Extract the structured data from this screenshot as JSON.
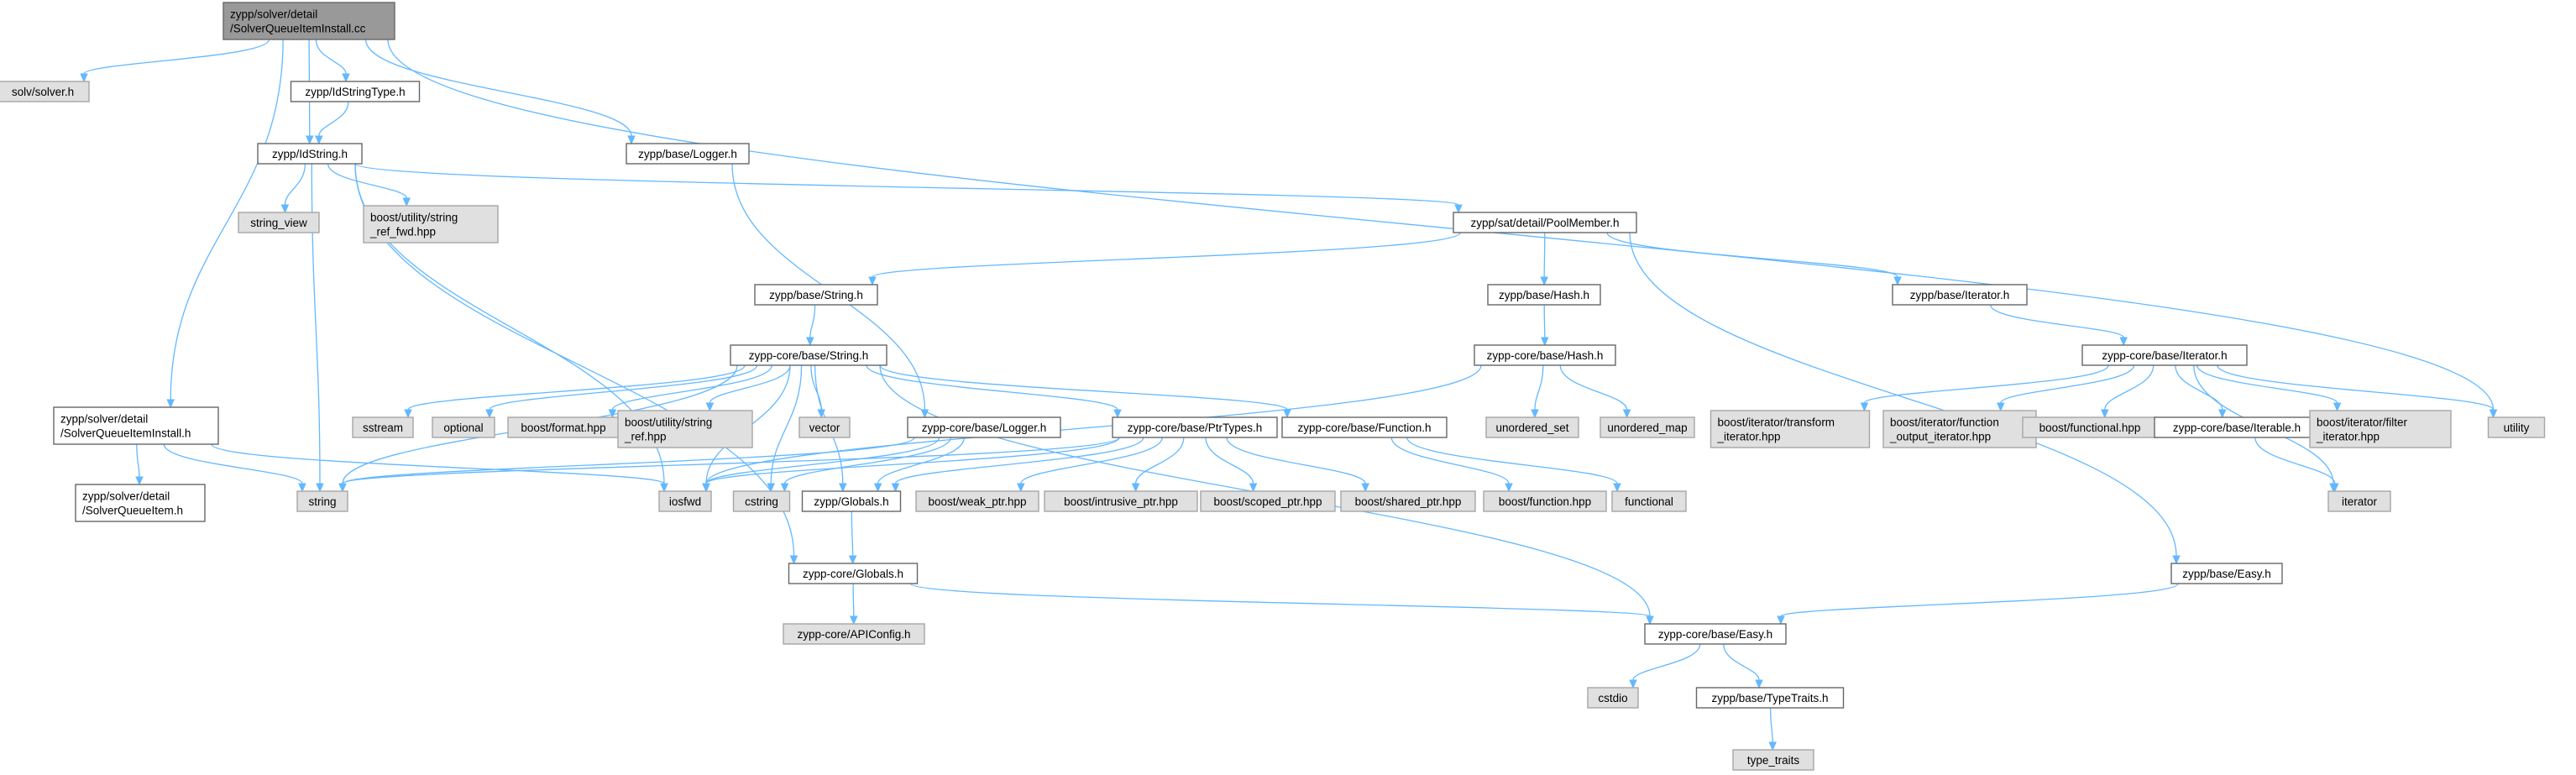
{
  "diagram": {
    "colors": {
      "edge": "#63b8ff",
      "root_fill": "#999999",
      "local_fill": "#ffffff",
      "system_fill": "#e0e0e0"
    },
    "nodes": [
      {
        "id": "root",
        "kind": "root",
        "lines": [
          "zypp/solver/detail",
          "/SolverQueueItemInstall.cc"
        ]
      },
      {
        "id": "solv_solver",
        "kind": "system",
        "lines": [
          "solv/solver.h"
        ]
      },
      {
        "id": "idstringtype",
        "kind": "local",
        "lines": [
          "zypp/IdStringType.h"
        ]
      },
      {
        "id": "idstring",
        "kind": "local",
        "lines": [
          "zypp/IdString.h"
        ]
      },
      {
        "id": "base_logger",
        "kind": "local",
        "lines": [
          "zypp/base/Logger.h"
        ]
      },
      {
        "id": "string_view",
        "kind": "system",
        "lines": [
          "string_view"
        ]
      },
      {
        "id": "string_ref_fwd",
        "kind": "system",
        "lines": [
          "boost/utility/string",
          "_ref_fwd.hpp"
        ]
      },
      {
        "id": "poolmember",
        "kind": "local",
        "lines": [
          "zypp/sat/detail/PoolMember.h"
        ]
      },
      {
        "id": "base_string",
        "kind": "local",
        "lines": [
          "zypp/base/String.h"
        ]
      },
      {
        "id": "base_hash",
        "kind": "local",
        "lines": [
          "zypp/base/Hash.h"
        ]
      },
      {
        "id": "base_iterator",
        "kind": "local",
        "lines": [
          "zypp/base/Iterator.h"
        ]
      },
      {
        "id": "core_string",
        "kind": "local",
        "lines": [
          "zypp-core/base/String.h"
        ]
      },
      {
        "id": "core_hash",
        "kind": "local",
        "lines": [
          "zypp-core/base/Hash.h"
        ]
      },
      {
        "id": "core_iterator",
        "kind": "local",
        "lines": [
          "zypp-core/base/Iterator.h"
        ]
      },
      {
        "id": "sqi_install_h",
        "kind": "local",
        "lines": [
          "zypp/solver/detail",
          "/SolverQueueItemInstall.h"
        ]
      },
      {
        "id": "sstream",
        "kind": "system",
        "lines": [
          "sstream"
        ]
      },
      {
        "id": "optional",
        "kind": "system",
        "lines": [
          "optional"
        ]
      },
      {
        "id": "boost_format",
        "kind": "system",
        "lines": [
          "boost/format.hpp"
        ]
      },
      {
        "id": "string_ref",
        "kind": "system",
        "lines": [
          "boost/utility/string",
          "_ref.hpp"
        ]
      },
      {
        "id": "vector",
        "kind": "system",
        "lines": [
          "vector"
        ]
      },
      {
        "id": "core_logger",
        "kind": "local",
        "lines": [
          "zypp-core/base/Logger.h"
        ]
      },
      {
        "id": "core_ptrtypes",
        "kind": "local",
        "lines": [
          "zypp-core/base/PtrTypes.h"
        ]
      },
      {
        "id": "core_function",
        "kind": "local",
        "lines": [
          "zypp-core/base/Function.h"
        ]
      },
      {
        "id": "unordered_set",
        "kind": "system",
        "lines": [
          "unordered_set"
        ]
      },
      {
        "id": "unordered_map",
        "kind": "system",
        "lines": [
          "unordered_map"
        ]
      },
      {
        "id": "transform_iter",
        "kind": "system",
        "lines": [
          "boost/iterator/transform",
          "_iterator.hpp"
        ]
      },
      {
        "id": "function_output_iter",
        "kind": "system",
        "lines": [
          "boost/iterator/function",
          "_output_iterator.hpp"
        ]
      },
      {
        "id": "boost_functional",
        "kind": "system",
        "lines": [
          "boost/functional.hpp"
        ]
      },
      {
        "id": "core_iterable",
        "kind": "local",
        "lines": [
          "zypp-core/base/Iterable.h"
        ]
      },
      {
        "id": "filter_iter",
        "kind": "system",
        "lines": [
          "boost/iterator/filter",
          "_iterator.hpp"
        ]
      },
      {
        "id": "utility",
        "kind": "system",
        "lines": [
          "utility"
        ]
      },
      {
        "id": "sqi_h",
        "kind": "local",
        "lines": [
          "zypp/solver/detail",
          "/SolverQueueItem.h"
        ]
      },
      {
        "id": "string",
        "kind": "system",
        "lines": [
          "string"
        ]
      },
      {
        "id": "iosfwd",
        "kind": "system",
        "lines": [
          "iosfwd"
        ]
      },
      {
        "id": "cstring",
        "kind": "system",
        "lines": [
          "cstring"
        ]
      },
      {
        "id": "zypp_globals",
        "kind": "local",
        "lines": [
          "zypp/Globals.h"
        ]
      },
      {
        "id": "weak_ptr",
        "kind": "system",
        "lines": [
          "boost/weak_ptr.hpp"
        ]
      },
      {
        "id": "intrusive_ptr",
        "kind": "system",
        "lines": [
          "boost/intrusive_ptr.hpp"
        ]
      },
      {
        "id": "scoped_ptr",
        "kind": "system",
        "lines": [
          "boost/scoped_ptr.hpp"
        ]
      },
      {
        "id": "shared_ptr",
        "kind": "system",
        "lines": [
          "boost/shared_ptr.hpp"
        ]
      },
      {
        "id": "boost_function",
        "kind": "system",
        "lines": [
          "boost/function.hpp"
        ]
      },
      {
        "id": "functional",
        "kind": "system",
        "lines": [
          "functional"
        ]
      },
      {
        "id": "iterator",
        "kind": "system",
        "lines": [
          "iterator"
        ]
      },
      {
        "id": "core_globals",
        "kind": "local",
        "lines": [
          "zypp-core/Globals.h"
        ]
      },
      {
        "id": "base_easy",
        "kind": "local",
        "lines": [
          "zypp/base/Easy.h"
        ]
      },
      {
        "id": "apiconfig",
        "kind": "system",
        "lines": [
          "zypp-core/APIConfig.h"
        ]
      },
      {
        "id": "core_easy",
        "kind": "local",
        "lines": [
          "zypp-core/base/Easy.h"
        ]
      },
      {
        "id": "cstdio",
        "kind": "system",
        "lines": [
          "cstdio"
        ]
      },
      {
        "id": "typetraits",
        "kind": "local",
        "lines": [
          "zypp/base/TypeTraits.h"
        ]
      },
      {
        "id": "type_traits",
        "kind": "system",
        "lines": [
          "type_traits"
        ]
      }
    ],
    "edges": [
      [
        "root",
        "solv_solver"
      ],
      [
        "root",
        "idstringtype"
      ],
      [
        "root",
        "idstring"
      ],
      [
        "root",
        "base_logger"
      ],
      [
        "root",
        "sqi_install_h"
      ],
      [
        "root",
        "utility"
      ],
      [
        "idstringtype",
        "idstring"
      ],
      [
        "idstring",
        "string_view"
      ],
      [
        "idstring",
        "string_ref_fwd"
      ],
      [
        "idstring",
        "poolmember"
      ],
      [
        "idstring",
        "string"
      ],
      [
        "idstring",
        "iosfwd"
      ],
      [
        "idstring",
        "core_globals"
      ],
      [
        "base_logger",
        "core_logger"
      ],
      [
        "poolmember",
        "base_string"
      ],
      [
        "poolmember",
        "base_hash"
      ],
      [
        "poolmember",
        "base_iterator"
      ],
      [
        "poolmember",
        "base_easy"
      ],
      [
        "base_string",
        "core_string"
      ],
      [
        "base_hash",
        "core_hash"
      ],
      [
        "base_iterator",
        "core_iterator"
      ],
      [
        "core_string",
        "string"
      ],
      [
        "core_string",
        "sstream"
      ],
      [
        "core_string",
        "optional"
      ],
      [
        "core_string",
        "boost_format"
      ],
      [
        "core_string",
        "string_ref"
      ],
      [
        "core_string",
        "vector"
      ],
      [
        "core_string",
        "iosfwd"
      ],
      [
        "core_string",
        "cstring"
      ],
      [
        "core_string",
        "zypp_globals"
      ],
      [
        "core_string",
        "core_ptrtypes"
      ],
      [
        "core_string",
        "core_function"
      ],
      [
        "core_string",
        "core_easy"
      ],
      [
        "core_hash",
        "iosfwd"
      ],
      [
        "core_hash",
        "unordered_set"
      ],
      [
        "core_hash",
        "unordered_map"
      ],
      [
        "core_iterator",
        "transform_iter"
      ],
      [
        "core_iterator",
        "function_output_iter"
      ],
      [
        "core_iterator",
        "boost_functional"
      ],
      [
        "core_iterator",
        "core_iterable"
      ],
      [
        "core_iterator",
        "filter_iter"
      ],
      [
        "core_iterator",
        "utility"
      ],
      [
        "core_iterator",
        "iterator"
      ],
      [
        "sqi_install_h",
        "sqi_h"
      ],
      [
        "sqi_install_h",
        "string"
      ],
      [
        "sqi_install_h",
        "iosfwd"
      ],
      [
        "core_logger",
        "iosfwd"
      ],
      [
        "core_logger",
        "cstring"
      ],
      [
        "core_logger",
        "string"
      ],
      [
        "core_logger",
        "zypp_globals"
      ],
      [
        "core_ptrtypes",
        "iosfwd"
      ],
      [
        "core_ptrtypes",
        "string"
      ],
      [
        "core_ptrtypes",
        "weak_ptr"
      ],
      [
        "core_ptrtypes",
        "intrusive_ptr"
      ],
      [
        "core_ptrtypes",
        "scoped_ptr"
      ],
      [
        "core_ptrtypes",
        "shared_ptr"
      ],
      [
        "core_ptrtypes",
        "zypp_globals"
      ],
      [
        "core_function",
        "boost_function"
      ],
      [
        "core_function",
        "functional"
      ],
      [
        "core_iterable",
        "iterator"
      ],
      [
        "zypp_globals",
        "core_globals"
      ],
      [
        "core_globals",
        "apiconfig"
      ],
      [
        "core_globals",
        "core_easy"
      ],
      [
        "base_easy",
        "core_easy"
      ],
      [
        "core_easy",
        "cstdio"
      ],
      [
        "core_easy",
        "typetraits"
      ],
      [
        "typetraits",
        "type_traits"
      ]
    ]
  }
}
